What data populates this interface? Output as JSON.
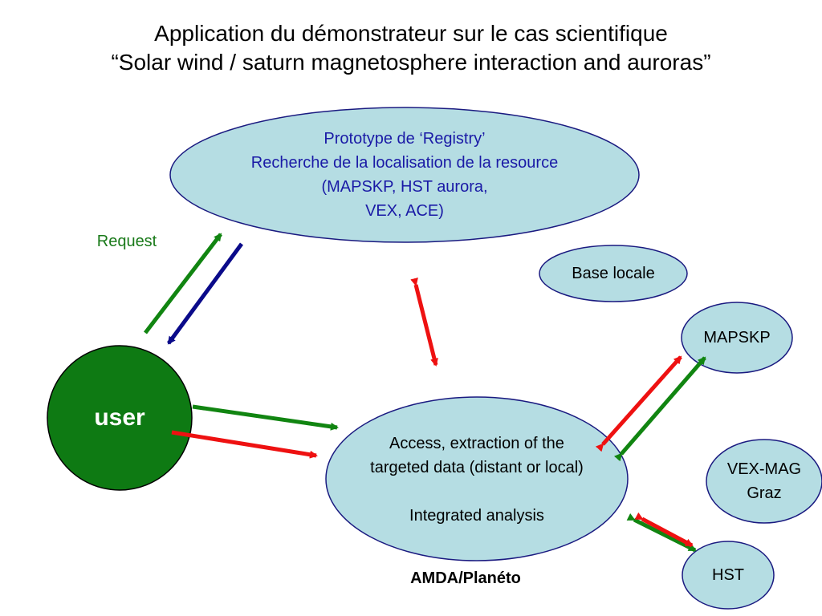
{
  "title": {
    "line1": "Application du démonstrateur sur le cas scientifique",
    "line2": "“Solar wind / saturn magnetosphere interaction and auroras”"
  },
  "registry": {
    "line1": "Prototype de ‘Registry’",
    "line2": "Recherche de la localisation de la resource",
    "line3": "(MAPSKP, HST aurora,",
    "line4": "VEX, ACE)"
  },
  "request_label": "Request",
  "user_label": "user",
  "base_locale": "Base locale",
  "mapskp": "MAPSKP",
  "vex": {
    "line1": "VEX-MAG",
    "line2": "Graz"
  },
  "hst": "HST",
  "access": {
    "line1": "Access, extraction of the",
    "line2": "targeted data (distant or local)",
    "line3": "Integrated analysis"
  },
  "amda_label": "AMDA/Planéto",
  "colors": {
    "node_fill": "#b5dde3",
    "node_stroke": "#1a1a80",
    "user_fill": "#0e7a13",
    "arrow_green": "#118511",
    "arrow_red": "#ee1111",
    "arrow_blue": "#0a0a8a"
  }
}
